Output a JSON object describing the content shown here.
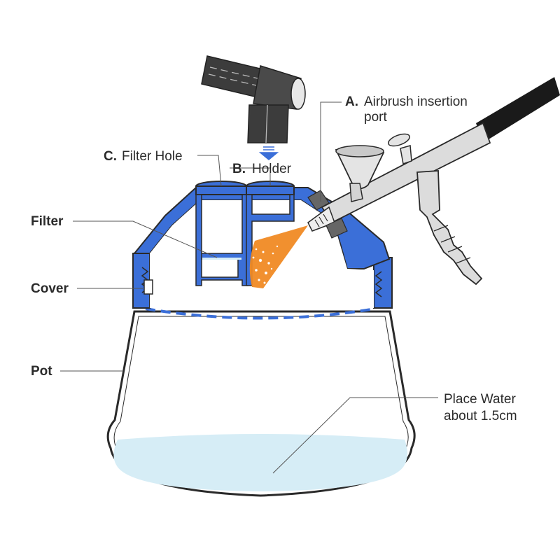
{
  "labels": {
    "airbrush_letter": "A.",
    "airbrush_line1": "Airbrush insertion",
    "airbrush_line2": "port",
    "holder_letter": "B.",
    "holder_text": "Holder",
    "filter_hole_letter": "C.",
    "filter_hole_text": "Filter Hole",
    "filter": "Filter",
    "cover": "Cover",
    "pot": "Pot",
    "water_line1": "Place Water",
    "water_line2": "about 1.5cm"
  },
  "colors": {
    "lid_blue": "#3b6fd8",
    "outline": "#2a2a2a",
    "water": "#d6edf6",
    "spray": "#f08a24",
    "holder_dark": "#3c3c3c",
    "airbrush_metal": "#dcdcdc",
    "hose": "#1a1a1a"
  }
}
